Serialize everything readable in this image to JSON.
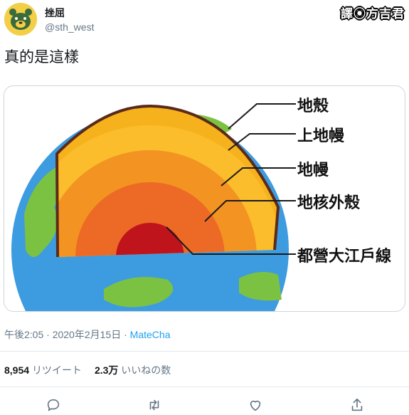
{
  "author": {
    "display_name": "挫屈",
    "handle": "@sth_west",
    "avatar_icon": "bear-avatar-icon"
  },
  "watermark": "譯⦿方吉君",
  "tweet": {
    "text": "真的是這樣"
  },
  "diagram": {
    "labels": [
      "地殼",
      "上地幔",
      "地幔",
      "地核外殼",
      "都營大江戶線"
    ],
    "colors": {
      "ocean": "#3d9be0",
      "land": "#7cc242",
      "crust": "#f6b21c",
      "upper_mantle": "#f9a71f",
      "mantle": "#f39322",
      "outer_core": "#ec6a26",
      "inner_core": "#c0141c",
      "outline": "#5a2a1a"
    }
  },
  "meta": {
    "time": "午後2:05",
    "separator": " · ",
    "date": "2020年2月15日",
    "source": "MateCha"
  },
  "stats": {
    "retweets_count": "8,954",
    "retweets_label": "リツイート",
    "likes_count": "2.3万",
    "likes_label": "いいねの数"
  },
  "actions": {
    "reply_icon": "reply-icon",
    "retweet_icon": "retweet-icon",
    "like_icon": "heart-icon",
    "share_icon": "share-icon"
  },
  "colors": {
    "text": "#14171a",
    "secondary": "#657786",
    "link": "#1da1f2",
    "border": "#e1e8ed"
  }
}
